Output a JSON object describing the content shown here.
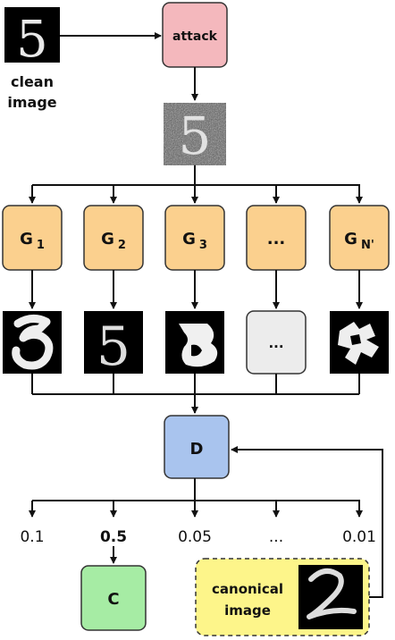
{
  "input": {
    "label_line1": "clean",
    "label_line2": "image",
    "digit": "5"
  },
  "attack": {
    "label": "attack"
  },
  "generators": [
    {
      "base": "G",
      "sub": "1"
    },
    {
      "base": "G",
      "sub": "2"
    },
    {
      "base": "G",
      "sub": "3"
    },
    {
      "base": "...",
      "sub": ""
    },
    {
      "base": "G",
      "sub": "N'"
    }
  ],
  "placeholder_output": "...",
  "discriminator": {
    "label": "D"
  },
  "scores": [
    "0.1",
    "0.5",
    "0.05",
    "...",
    "0.01"
  ],
  "classifier": {
    "label": "C"
  },
  "canonical": {
    "label_line1": "canonical",
    "label_line2": "image",
    "digit": "2"
  },
  "colors": {
    "attack_fill": "#f4b8bd",
    "generator_fill": "#fbd08e",
    "discriminator_fill": "#a9c4ee",
    "classifier_fill": "#a6eca4",
    "canonical_fill": "#fdf58a",
    "placeholder_fill": "#ececec"
  }
}
